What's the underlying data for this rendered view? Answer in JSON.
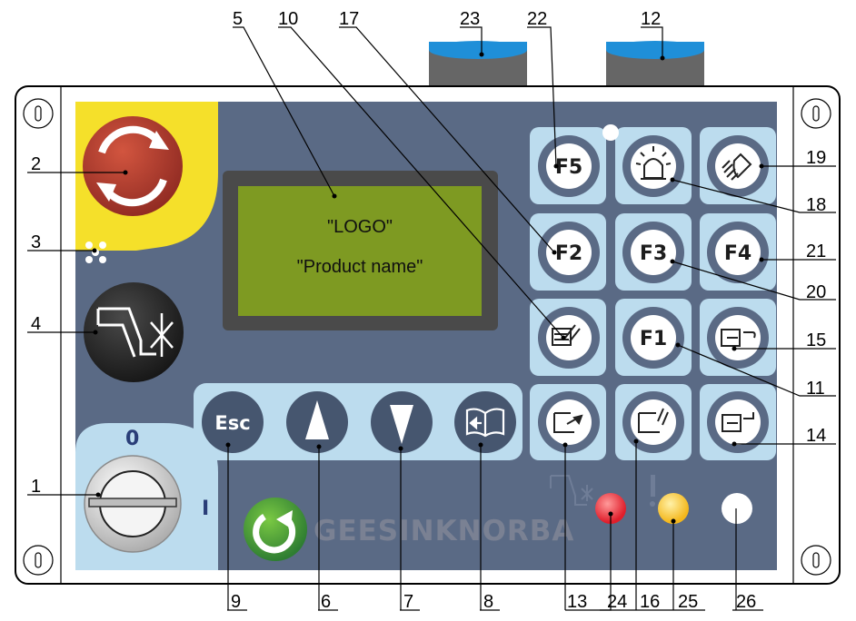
{
  "lcd": {
    "line1": "\"LOGO\"",
    "line2": "\"Product name\""
  },
  "keys": {
    "f1": "F1",
    "f2": "F2",
    "f3": "F3",
    "f4": "F4",
    "f5": "F5",
    "esc": "Esc"
  },
  "switch": {
    "pos_off": "0",
    "pos_on": "I"
  },
  "brand": {
    "name": "GEESINKNORBA"
  },
  "callouts": {
    "n1": "1",
    "n2": "2",
    "n3": "3",
    "n4": "4",
    "n5": "5",
    "n6": "6",
    "n7": "7",
    "n8": "8",
    "n9": "9",
    "n10": "10",
    "n11": "11",
    "n12": "12",
    "n13": "13",
    "n14": "14",
    "n15": "15",
    "n16": "16",
    "n17": "17",
    "n18": "18",
    "n19": "19",
    "n20": "20",
    "n21": "21",
    "n22": "22",
    "n23": "23",
    "n24": "24",
    "n25": "25",
    "n26": "26"
  },
  "colors": {
    "panel": "#5a6a85",
    "key_bg": "#bcdcee",
    "lcd": "#7e9a22",
    "emergency_yellow": "#f5e02a",
    "emergency_red": "#b53a2c",
    "led_red": "#e01e2b",
    "led_yellow": "#f4b71c",
    "led_white": "#ffffff",
    "connector_blue": "#1f8fd8"
  }
}
